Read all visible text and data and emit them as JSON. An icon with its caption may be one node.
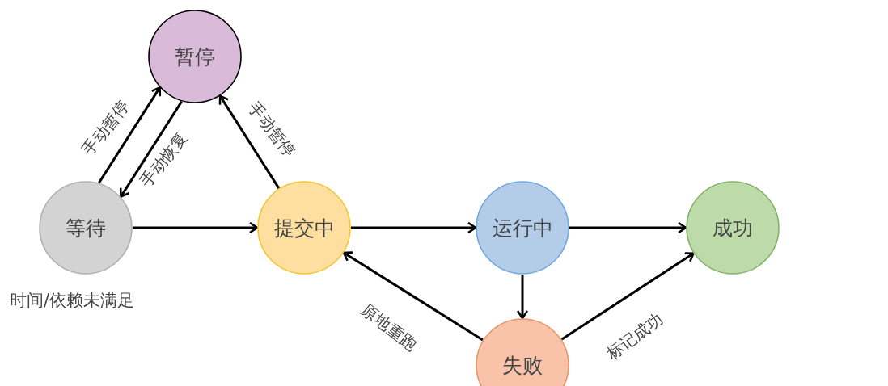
{
  "diagram": {
    "nodes": [
      {
        "text": [
          "暂停"
        ]
      },
      {
        "text": [
          "等待"
        ],
        "beside": [
          "时间/依赖未满足"
        ]
      },
      {
        "text": [
          "提交中"
        ]
      },
      {
        "text": [
          "运行中"
        ]
      },
      {
        "text": [
          "成功"
        ]
      },
      {
        "text": [
          "失败"
        ]
      }
    ],
    "edges": [
      {
        "from": 1,
        "to": 0,
        "arrow": "to",
        "label": "手动暂停"
      },
      {
        "from": 0,
        "to": 1,
        "arrow": "to",
        "label": "手动恢复"
      },
      {
        "from": 2,
        "to": 0,
        "arrow": "to",
        "label": "手动暂停"
      },
      {
        "from": 1,
        "to": 2,
        "arrow": "to"
      },
      {
        "from": 2,
        "to": 3,
        "arrow": "to"
      },
      {
        "from": 3,
        "to": 4,
        "arrow": "to"
      },
      {
        "from": 3,
        "to": 5,
        "arrow": "to"
      },
      {
        "from": 5,
        "to": 2,
        "arrow": "to",
        "label": "原地重跑"
      },
      {
        "from": 5,
        "to": 4,
        "arrow": "to",
        "label": "标记成功"
      }
    ]
  }
}
